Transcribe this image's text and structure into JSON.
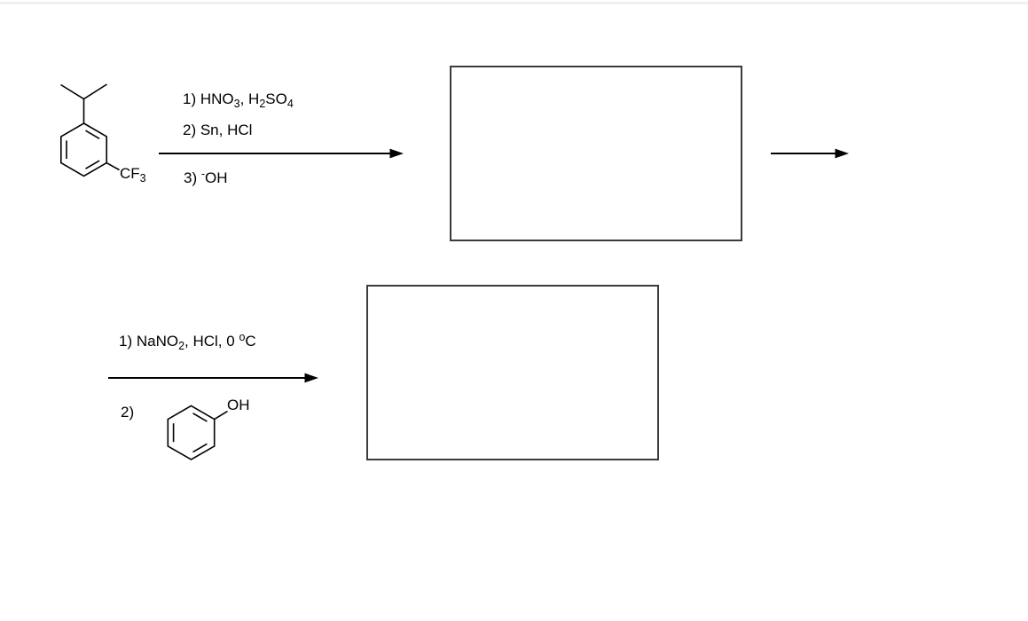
{
  "scheme": {
    "molecule1_label": {
      "text": "CF",
      "subscript": "3"
    },
    "reaction1": {
      "step1": {
        "seg1": "1) HNO",
        "sub1": "3",
        "seg2": ", H",
        "sub2": "2",
        "seg3": "SO",
        "sub3": "4"
      },
      "step2": "2) Sn, HCl",
      "step3": {
        "seg1": "3) ",
        "sup1": "-",
        "seg2": "OH"
      }
    },
    "reaction2": {
      "step1": {
        "seg1": "1) NaNO",
        "sub1": "2",
        "seg2": ", HCl, 0 ",
        "sup1": "o",
        "seg3": "C"
      },
      "step2": "2)",
      "reagent_label": "OH"
    },
    "colors": {
      "ink": "#000000",
      "box_border": "#3b3b3b",
      "top_rule": "#f0f0f0"
    }
  }
}
